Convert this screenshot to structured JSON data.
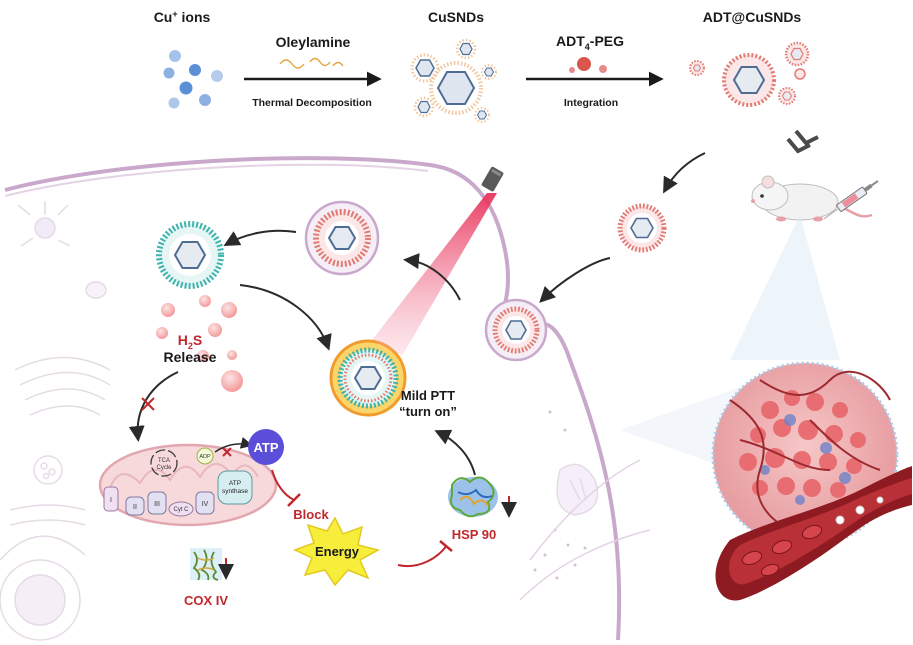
{
  "top_row": {
    "cu_ions": {
      "main": "Cu",
      "sup": "+",
      "rest": " ions"
    },
    "cusnds": "CuSNDs",
    "adt_cusnds": "ADT@CuSNDs",
    "oleylamine": "Oleylamine",
    "thermal_decomposition": "Thermal Decomposition",
    "adt_peg": {
      "main": "ADT",
      "sub": "4",
      "rest": "-PEG"
    },
    "integration": "Integration"
  },
  "cell": {
    "h2s": {
      "main": "H",
      "sub": "2",
      "rest": "S"
    },
    "release": "Release",
    "mild_ptt_line1": "Mild PTT",
    "mild_ptt_line2": "“turn on”",
    "tca_line1": "TCA",
    "tca_line2": "Cycle",
    "adp": "ADP",
    "atp": "ATP",
    "atp_synthase_line1": "ATP",
    "atp_synthase_line2": "synthase",
    "complex_i": "I",
    "complex_ii": "II",
    "complex_iii": "III",
    "cyt_c": "Cyt C",
    "complex_iv": "IV",
    "block": "Block",
    "energy": "Energy",
    "hsp90": "HSP 90",
    "cox_iv": "COX IV"
  },
  "colors": {
    "cu_ion": "#5b8fd6",
    "shell_red": "#d9564d",
    "shell_teal": "#3fb4ae",
    "inhibit_red": "#c0282d",
    "atp_purple": "#5b4fd9",
    "energy_yellow": "#f7ee3b",
    "membrane": "#c9a8cc"
  }
}
